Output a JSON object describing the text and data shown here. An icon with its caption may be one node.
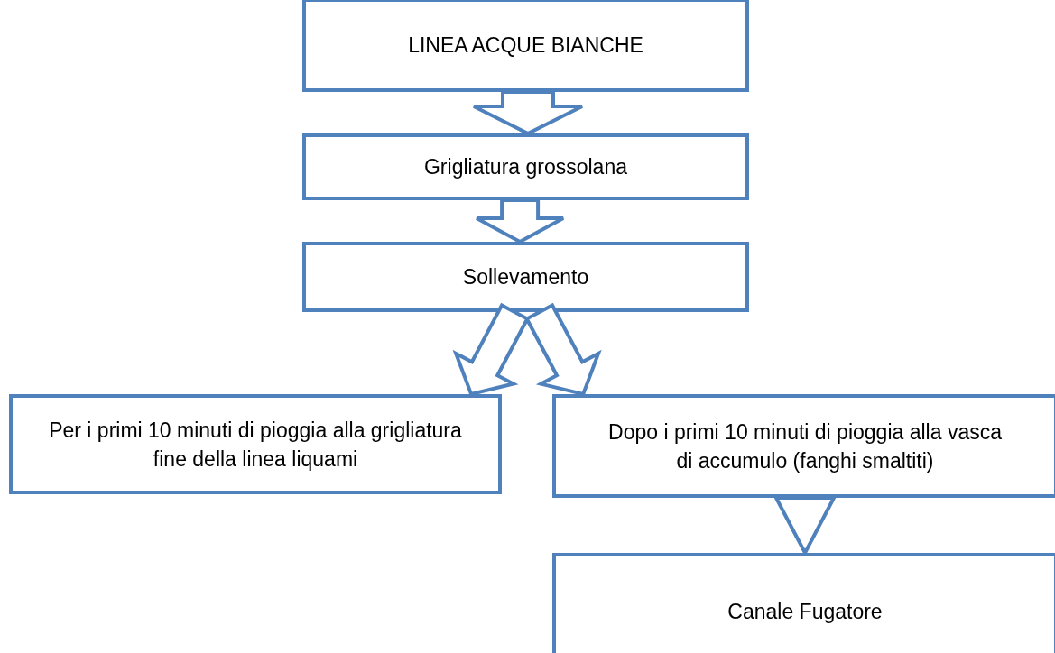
{
  "diagram": {
    "nodes": [
      {
        "text": [
          "LINEA ACQUE BIANCHE"
        ]
      },
      {
        "text": [
          "Grigliatura grossolana"
        ]
      },
      {
        "text": [
          "Sollevamento"
        ]
      },
      {
        "text": [
          "Per i primi 10 minuti di pioggia alla grigliatura fine della linea liquami"
        ]
      },
      {
        "text": [
          "Dopo i primi 10 minuti di pioggia alla vasca di accumulo (fanghi smaltiti)"
        ]
      },
      {
        "text": [
          "Canale Fugatore"
        ]
      }
    ],
    "edges": [
      {
        "from": 0,
        "to": 1,
        "arrow": "to"
      },
      {
        "from": 1,
        "to": 2,
        "arrow": "to"
      },
      {
        "from": 2,
        "to": 3,
        "arrow": "to"
      },
      {
        "from": 2,
        "to": 4,
        "arrow": "to"
      },
      {
        "from": 4,
        "to": 5,
        "arrow": "to"
      }
    ]
  }
}
